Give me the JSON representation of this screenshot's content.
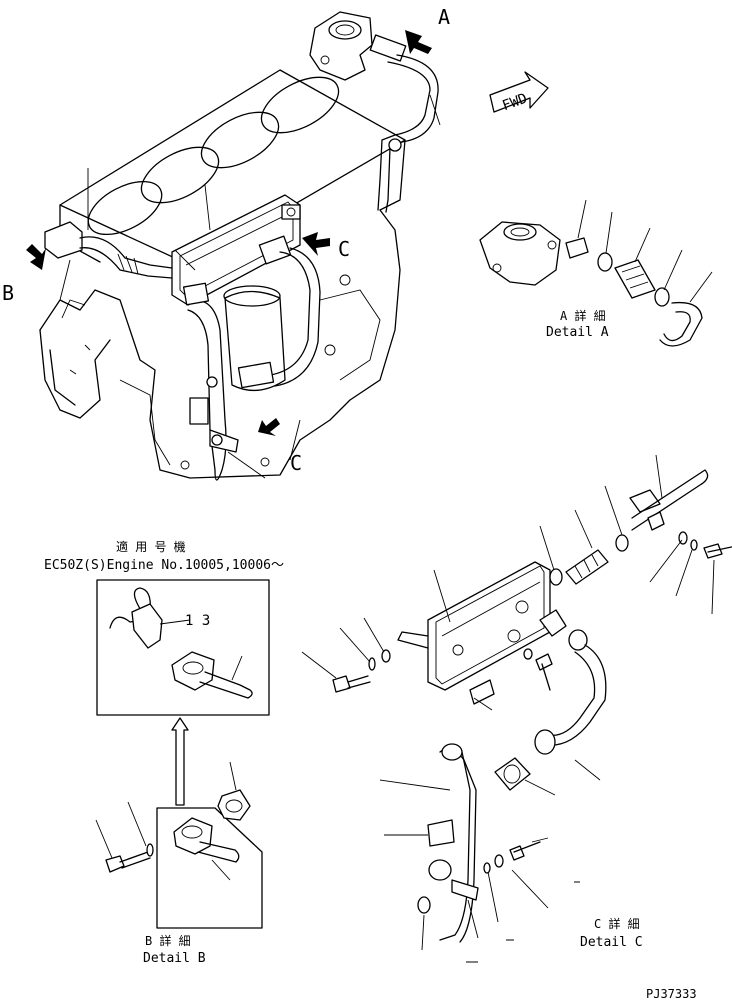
{
  "labels": {
    "view_a": "A",
    "view_b": "B",
    "view_c_top": "C",
    "view_c_bottom": "C",
    "fwd": "FWD",
    "detail_a_jp": "A 詳 細",
    "detail_a_en": "Detail A",
    "applicable_jp": "適 用 号 機",
    "applicable_en": "EC50Z(S)Engine No.10005,10006～",
    "part_13": "1 3",
    "detail_b_jp": "B 詳 細",
    "detail_b_en": "Detail B",
    "detail_c_jp": "C 詳 細",
    "detail_c_en": "Detail C",
    "drawing_no": "PJ37333"
  },
  "icons": [
    "view-arrow-icon",
    "fwd-arrow-icon",
    "up-arrow-icon"
  ]
}
